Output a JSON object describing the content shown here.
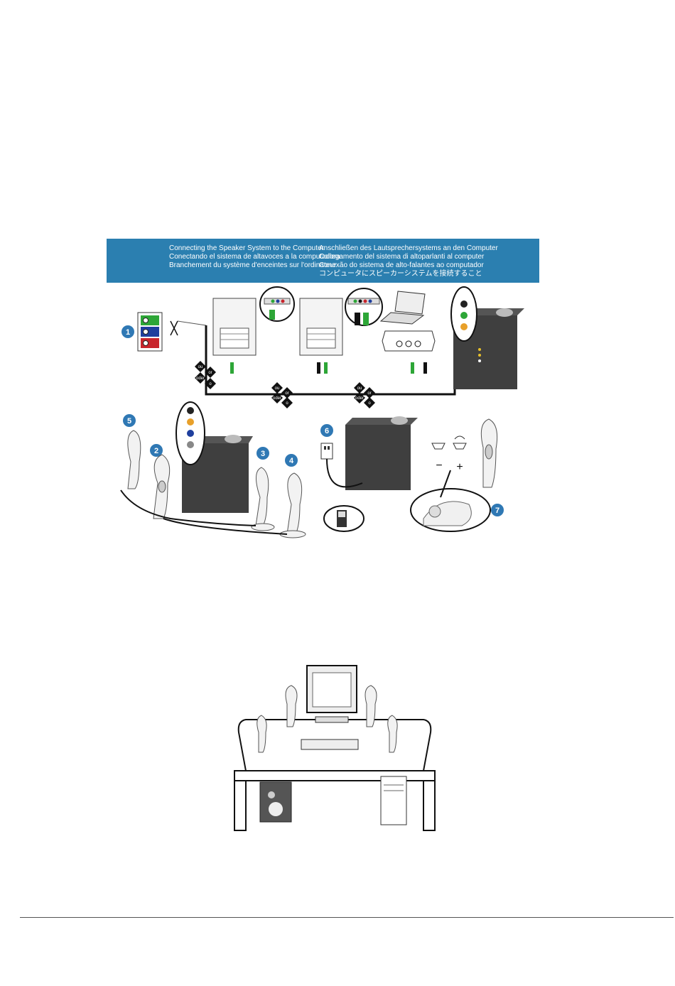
{
  "banner": {
    "left": [
      "Connecting the Speaker System to the Computer",
      "Conectando el sistema de altavoces a la computadora",
      "Branchement du système d'enceintes sur l'ordinateur"
    ],
    "right": [
      "Anschließen des Lautsprechersystems an den Computer",
      "Collegamento del sistema di altoparlanti al computer",
      "Conexão do sistema de alto-falantes ao computador",
      "コンピュータにスピーカーシステムを接続すること"
    ]
  },
  "steps": [
    "1",
    "2",
    "3",
    "4",
    "5",
    "6",
    "7"
  ],
  "or_words": [
    "ou",
    "oder",
    "or",
    "o"
  ],
  "polarity": {
    "minus": "−",
    "plus": "+"
  },
  "colors": {
    "banner": "#2b7fb0",
    "step_badge": "#2f78b4",
    "sub_dark": "#3f3f3f",
    "jack_green": "#2da637",
    "jack_blue": "#1f3f9e",
    "jack_red": "#c8252c"
  }
}
